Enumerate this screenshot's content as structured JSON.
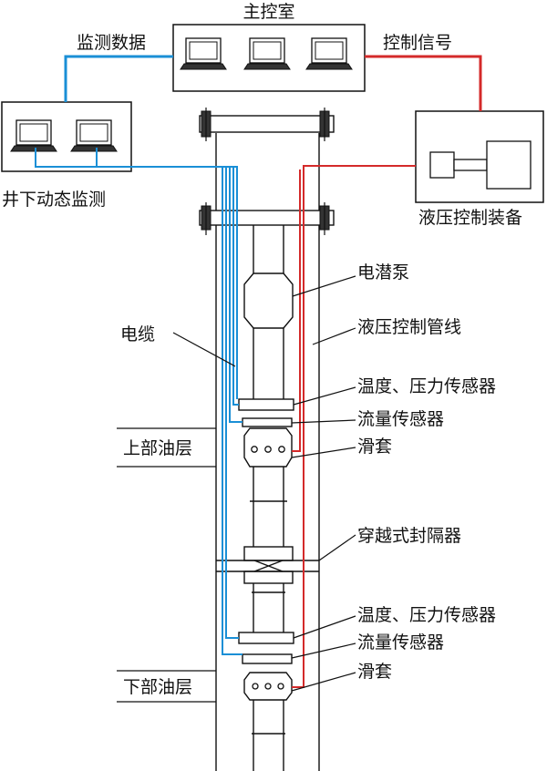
{
  "labels": {
    "control_room": "主控室",
    "monitor_data": "监测数据",
    "control_signal": "控制信号",
    "downhole_monitor": "井下动态监测",
    "hydraulic_device": "液压控制装备",
    "esp": "电潜泵",
    "cable": "电缆",
    "hydraulic_line": "液压控制管线",
    "temp_pressure_sensor_upper": "温度、压力传感器",
    "flow_sensor_upper": "流量传感器",
    "sliding_sleeve_upper": "滑套",
    "upper_layer": "上部油层",
    "packer": "穿越式封隔器",
    "temp_pressure_sensor_lower": "温度、压力传感器",
    "flow_sensor_lower": "流量传感器",
    "sliding_sleeve_lower": "滑套",
    "lower_layer": "下部油层"
  },
  "colors": {
    "monitor_line": "#1a8fd6",
    "control_line": "#d42a2a",
    "outline": "#111111"
  },
  "icons": {
    "computer": "laptop-icon",
    "hydraulic_unit": "hydraulic-unit-icon"
  }
}
